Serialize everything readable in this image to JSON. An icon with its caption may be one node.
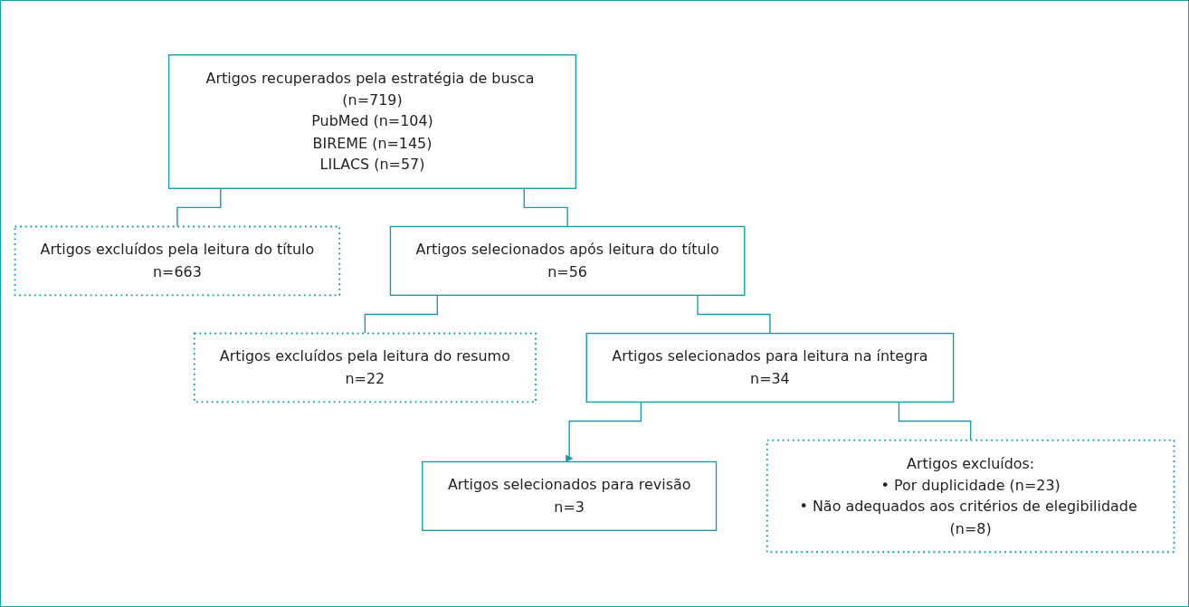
{
  "diagram": {
    "nodes": [
      {
        "text": [
          "Artigos recuperados pela estratégia de busca (n=719)",
          "PubMed (n=104)",
          "BIREME (n=145)",
          "LILACS (n=57)"
        ]
      },
      {
        "text": [
          "Artigos excluídos pela leitura do título",
          "n=663"
        ]
      },
      {
        "text": [
          "Artigos selecionados após leitura do título",
          "n=56"
        ]
      },
      {
        "text": [
          "Artigos excluídos pela leitura do resumo",
          "n=22"
        ]
      },
      {
        "text": [
          "Artigos selecionados para leitura na íntegra",
          "n=34"
        ]
      },
      {
        "text": [
          "Artigos excluídos:",
          "• Por duplicidade (n=23)",
          "• Não adequados aos critérios de elegibilidade (n=8)"
        ]
      },
      {
        "text": [
          "Artigos selecionados para revisão",
          "n=3"
        ]
      }
    ],
    "edges": [
      {
        "from": 0,
        "to": 2,
        "arrow": "none"
      },
      {
        "from": 0,
        "to": 1,
        "arrow": "none"
      },
      {
        "from": 2,
        "to": 4,
        "arrow": "none"
      },
      {
        "from": 2,
        "to": 3,
        "arrow": "none"
      },
      {
        "from": 4,
        "to": 6,
        "arrow": "to"
      },
      {
        "from": 4,
        "to": 5,
        "arrow": "none"
      }
    ]
  }
}
